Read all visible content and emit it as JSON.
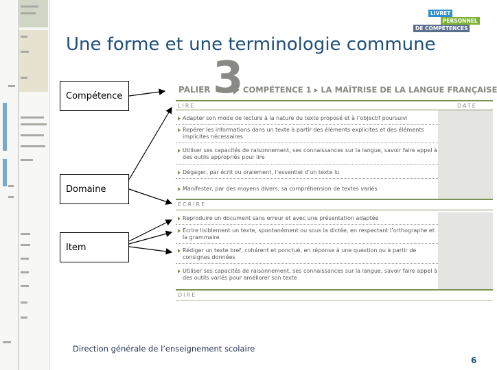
{
  "slide": {
    "title": "Une forme et une terminologie commune",
    "footer": "Direction générale de l’enseignement scolaire",
    "page_number": "6"
  },
  "logo": {
    "line1": "LIVRET",
    "line2": "PERSONNEL",
    "line3": "DE COMPÉTENCES",
    "colors": {
      "blue": "#2e8fd1",
      "green": "#7fb23a",
      "navy": "#5a6f8c"
    }
  },
  "labels": {
    "competence": "Compétence",
    "domaine": "Domaine",
    "item": "Item"
  },
  "document": {
    "palier_label": "PALIER",
    "palier_number": "3",
    "competence_title": "COMPÉTENCE 1 ▸ LA MAÎTRISE DE LA LANGUE FRANÇAISE",
    "date_label": "DATE",
    "sections": [
      {
        "name": "LIRE",
        "items": [
          "Adapter son mode de lecture à la nature du texte proposé et à l’objectif poursuivi",
          "Repérer les informations dans un texte à partir des éléments explicites et des éléments implicites nécessaires",
          "Utiliser ses capacités de raisonnement, ses connaissances sur la langue, savoir faire appel à des outils appropriés pour lire",
          "Dégager, par écrit ou oralement, l’essentiel d’un texte lu",
          "Manifester, par des moyens divers, sa compréhension de textes variés"
        ]
      },
      {
        "name": "ÉCRIRE",
        "items": [
          "Reproduire un document sans erreur et avec une présentation adaptée",
          "Écrire lisiblement un texte, spontanément ou sous la dictée, en respectant l’orthographe et la grammaire",
          "Rédiger un texte bref, cohérent et ponctué, en réponse à une question ou à partir de consignes données",
          "Utiliser ses capacités de raisonnement, ses connaissances sur la langue, savoir faire appel à des outils variés pour améliorer son texte"
        ]
      },
      {
        "name": "DIRE",
        "items": []
      }
    ]
  }
}
